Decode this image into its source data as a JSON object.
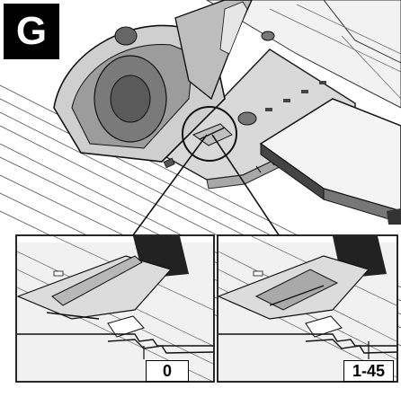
{
  "figure": {
    "badge": "G",
    "insets": [
      {
        "id": "left",
        "label": "0"
      },
      {
        "id": "right",
        "label": "1-45"
      }
    ]
  }
}
